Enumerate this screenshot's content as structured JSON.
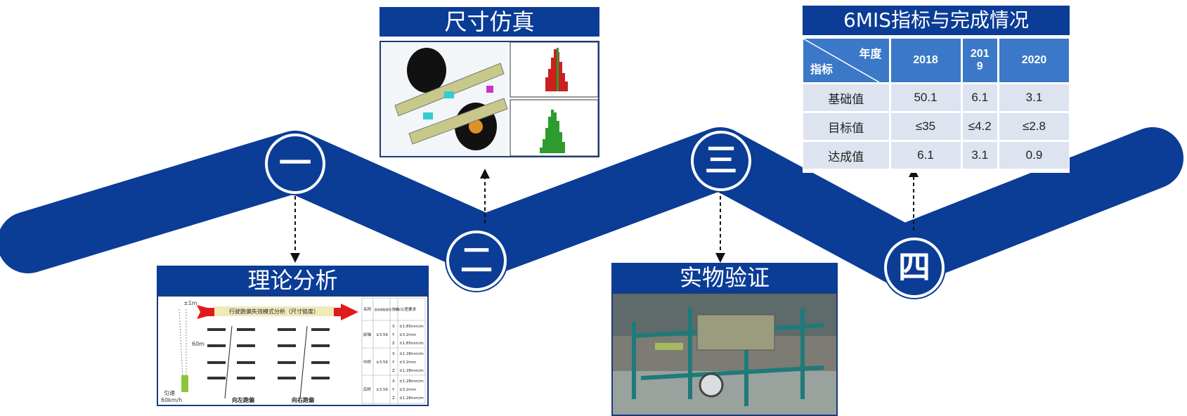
{
  "stages": [
    {
      "numeral": "一",
      "title": "理论分析"
    },
    {
      "numeral": "二",
      "title": "尺寸仿真"
    },
    {
      "numeral": "三",
      "title": "实物验证"
    },
    {
      "numeral": "四",
      "title": "6MIS指标与完成情况"
    }
  ],
  "analysis_figure": {
    "banner": "行驶跑偏失效模式分析（尺寸链度）",
    "left_labels": [
      "±1m",
      "60m",
      "匀速",
      "60km/h"
    ],
    "bottom_labels": [
      "向左跑偏",
      "向右跑偏"
    ],
    "table_headers": [
      "名称",
      "起始装配要求（mm）",
      "方向",
      "公差要求"
    ],
    "table_groups": [
      {
        "name": "前轴",
        "tol": "±3.56",
        "rows": [
          [
            "X",
            "±1.85mm/m"
          ],
          [
            "Y",
            "±3.2mm"
          ],
          [
            "Z",
            "±1.85mm/m"
          ]
        ]
      },
      {
        "name": "中桥",
        "tol": "±3.56",
        "rows": [
          [
            "X",
            "±1.28mm/m"
          ],
          [
            "Y",
            "±3.2mm"
          ],
          [
            "Z",
            "±1.28mm/m"
          ]
        ]
      },
      {
        "name": "后桥",
        "tol": "±3.56",
        "rows": [
          [
            "X",
            "±1.28mm/m"
          ],
          [
            "Y",
            "±3.2mm"
          ],
          [
            "Z",
            "±1.28mm/m"
          ]
        ]
      }
    ]
  },
  "kpi_table": {
    "corner_top": "年度",
    "corner_bottom": "指标",
    "years": [
      "2018",
      "201\n9",
      "2020"
    ],
    "rows": [
      {
        "label": "基础值",
        "values": [
          "50.1",
          "6.1",
          "3.1"
        ]
      },
      {
        "label": "目标值",
        "values": [
          "≤35",
          "≤4.2",
          "≤2.8"
        ]
      },
      {
        "label": "达成值",
        "values": [
          "6.1",
          "3.1",
          "0.9"
        ]
      }
    ]
  },
  "colors": {
    "band": "#0b3c96",
    "header_blue": "#3c78c8",
    "cell_bg": "#dde3ef",
    "bar_red": "#cc1f1f",
    "bar_green": "#2e9b2e"
  }
}
